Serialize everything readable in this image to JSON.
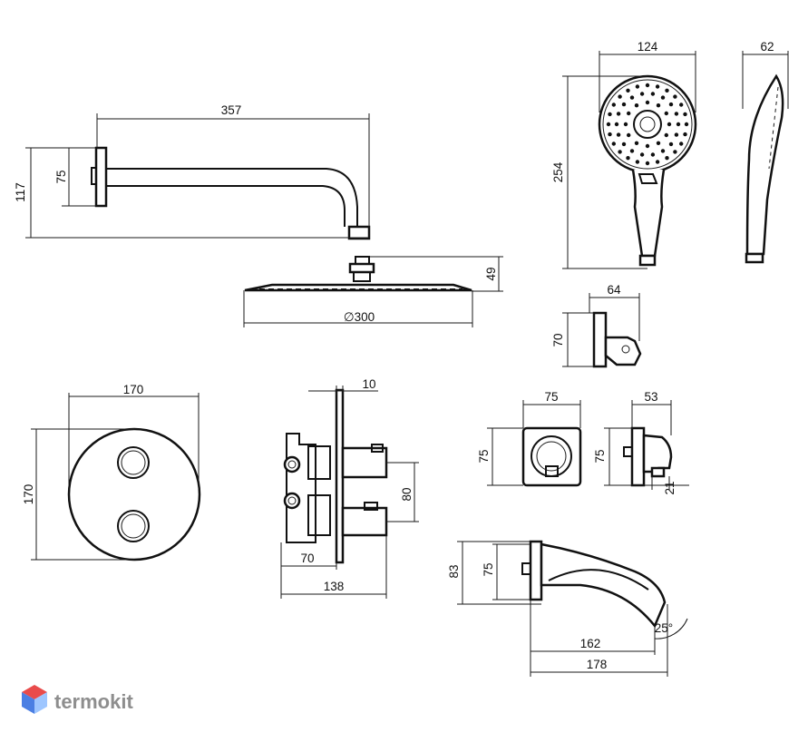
{
  "brand": {
    "name": "termokit",
    "colors": {
      "top": "#e94b4b",
      "mid": "#4b7fe3",
      "bottom": "#9ec6ff"
    }
  },
  "dimensions": {
    "arm_length": "357",
    "arm_flange_height": "75",
    "arm_total_height": "117",
    "head_height": "49",
    "head_diameter": "∅300",
    "hand_width": "124",
    "hand_depth": "62",
    "hand_length": "254",
    "holder_width": "64",
    "holder_height": "70",
    "plate_width": "170",
    "plate_height": "170",
    "body_plate": "10",
    "body_spacing": "80",
    "body_depth": "70",
    "body_total": "138",
    "outlet_width": "75",
    "outlet_height": "75",
    "outlet_side_width": "53",
    "outlet_side_height": "75",
    "outlet_small": "21",
    "spout_height": "83",
    "spout_flange": "75",
    "spout_reach": "162",
    "spout_total": "178",
    "spout_angle": "25°"
  },
  "colors": {
    "line": "#111111",
    "background": "#ffffff",
    "brand_text": "#8e8e8e"
  }
}
